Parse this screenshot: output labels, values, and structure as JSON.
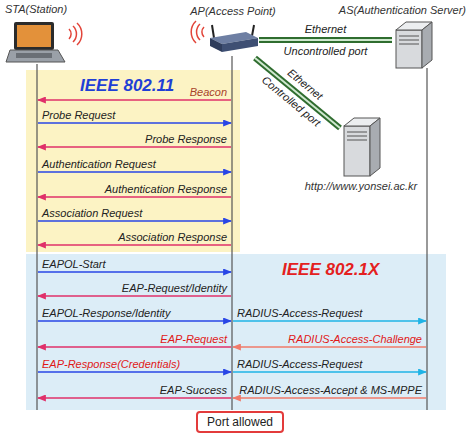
{
  "diagram": {
    "nodes": [
      {
        "text": [
          "STA(Station)"
        ]
      },
      {
        "text": [
          "AP(Access Point)"
        ]
      },
      {
        "text": [
          "AS(Authentication Server)"
        ]
      },
      {
        "text": [
          "IEEE 802.11"
        ]
      },
      {
        "text": [
          "http://www.yonsei.ac.kr"
        ]
      },
      {
        "text": [
          "IEEE 802.1X"
        ]
      },
      {
        "text": [
          "Port allowed"
        ]
      }
    ],
    "edges": [
      {
        "from": 1,
        "to": 2,
        "label": "Ethernet",
        "arrow": "none"
      },
      {
        "from": 1,
        "to": 4,
        "label": "Ethernet",
        "arrow": "none"
      }
    ],
    "labels": [
      "Uncontrolled port",
      "Controlled port",
      "Beacon",
      "Probe Request",
      "Probe Response",
      "Authentication Request",
      "Authentication Response",
      "Association Request",
      "Association Response",
      "EAPOL-Start",
      "EAP-Request/Identity",
      "EAPOL-Response/Identity",
      "RADIUS-Access-Request",
      "EAP-Request",
      "RADIUS-Access-Challenge",
      "EAP-Response(Credentials)",
      "RADIUS-Access-Request",
      "EAP-Success",
      "RADIUS-Access-Accept & MS-MPPE"
    ]
  }
}
